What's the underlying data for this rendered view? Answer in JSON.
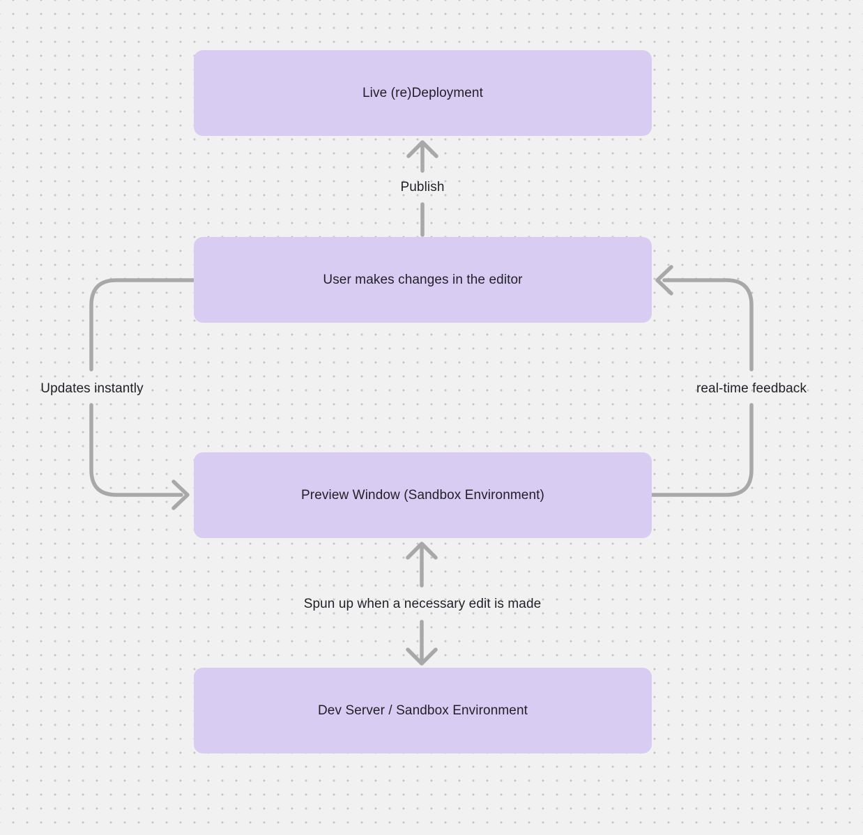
{
  "colors": {
    "background": "#f2f1f1",
    "dot": "#c5c3c3",
    "node_fill": "#d8ccf3",
    "arrow": "#a9a8a8",
    "text": "#211f26"
  },
  "diagram": {
    "type": "flowchart",
    "nodes": [
      {
        "id": "live-redeployment",
        "label": "Live (re)Deployment"
      },
      {
        "id": "user-changes",
        "label": "User makes changes in the editor"
      },
      {
        "id": "preview-window",
        "label": "Preview Window (Sandbox Environment)"
      },
      {
        "id": "dev-server",
        "label": "Dev Server / Sandbox Environment"
      }
    ],
    "edges": [
      {
        "from": "user-changes",
        "to": "live-redeployment",
        "label": "Publish",
        "direction": "up"
      },
      {
        "from": "user-changes",
        "to": "preview-window",
        "label": "Updates instantly",
        "direction": "left-loop-down"
      },
      {
        "from": "preview-window",
        "to": "user-changes",
        "label": "real-time feedback",
        "direction": "right-loop-up"
      },
      {
        "from": "preview-window",
        "to": "dev-server",
        "label": "Spun up when a necessary edit is made",
        "direction": "bidirectional-vertical"
      }
    ]
  }
}
